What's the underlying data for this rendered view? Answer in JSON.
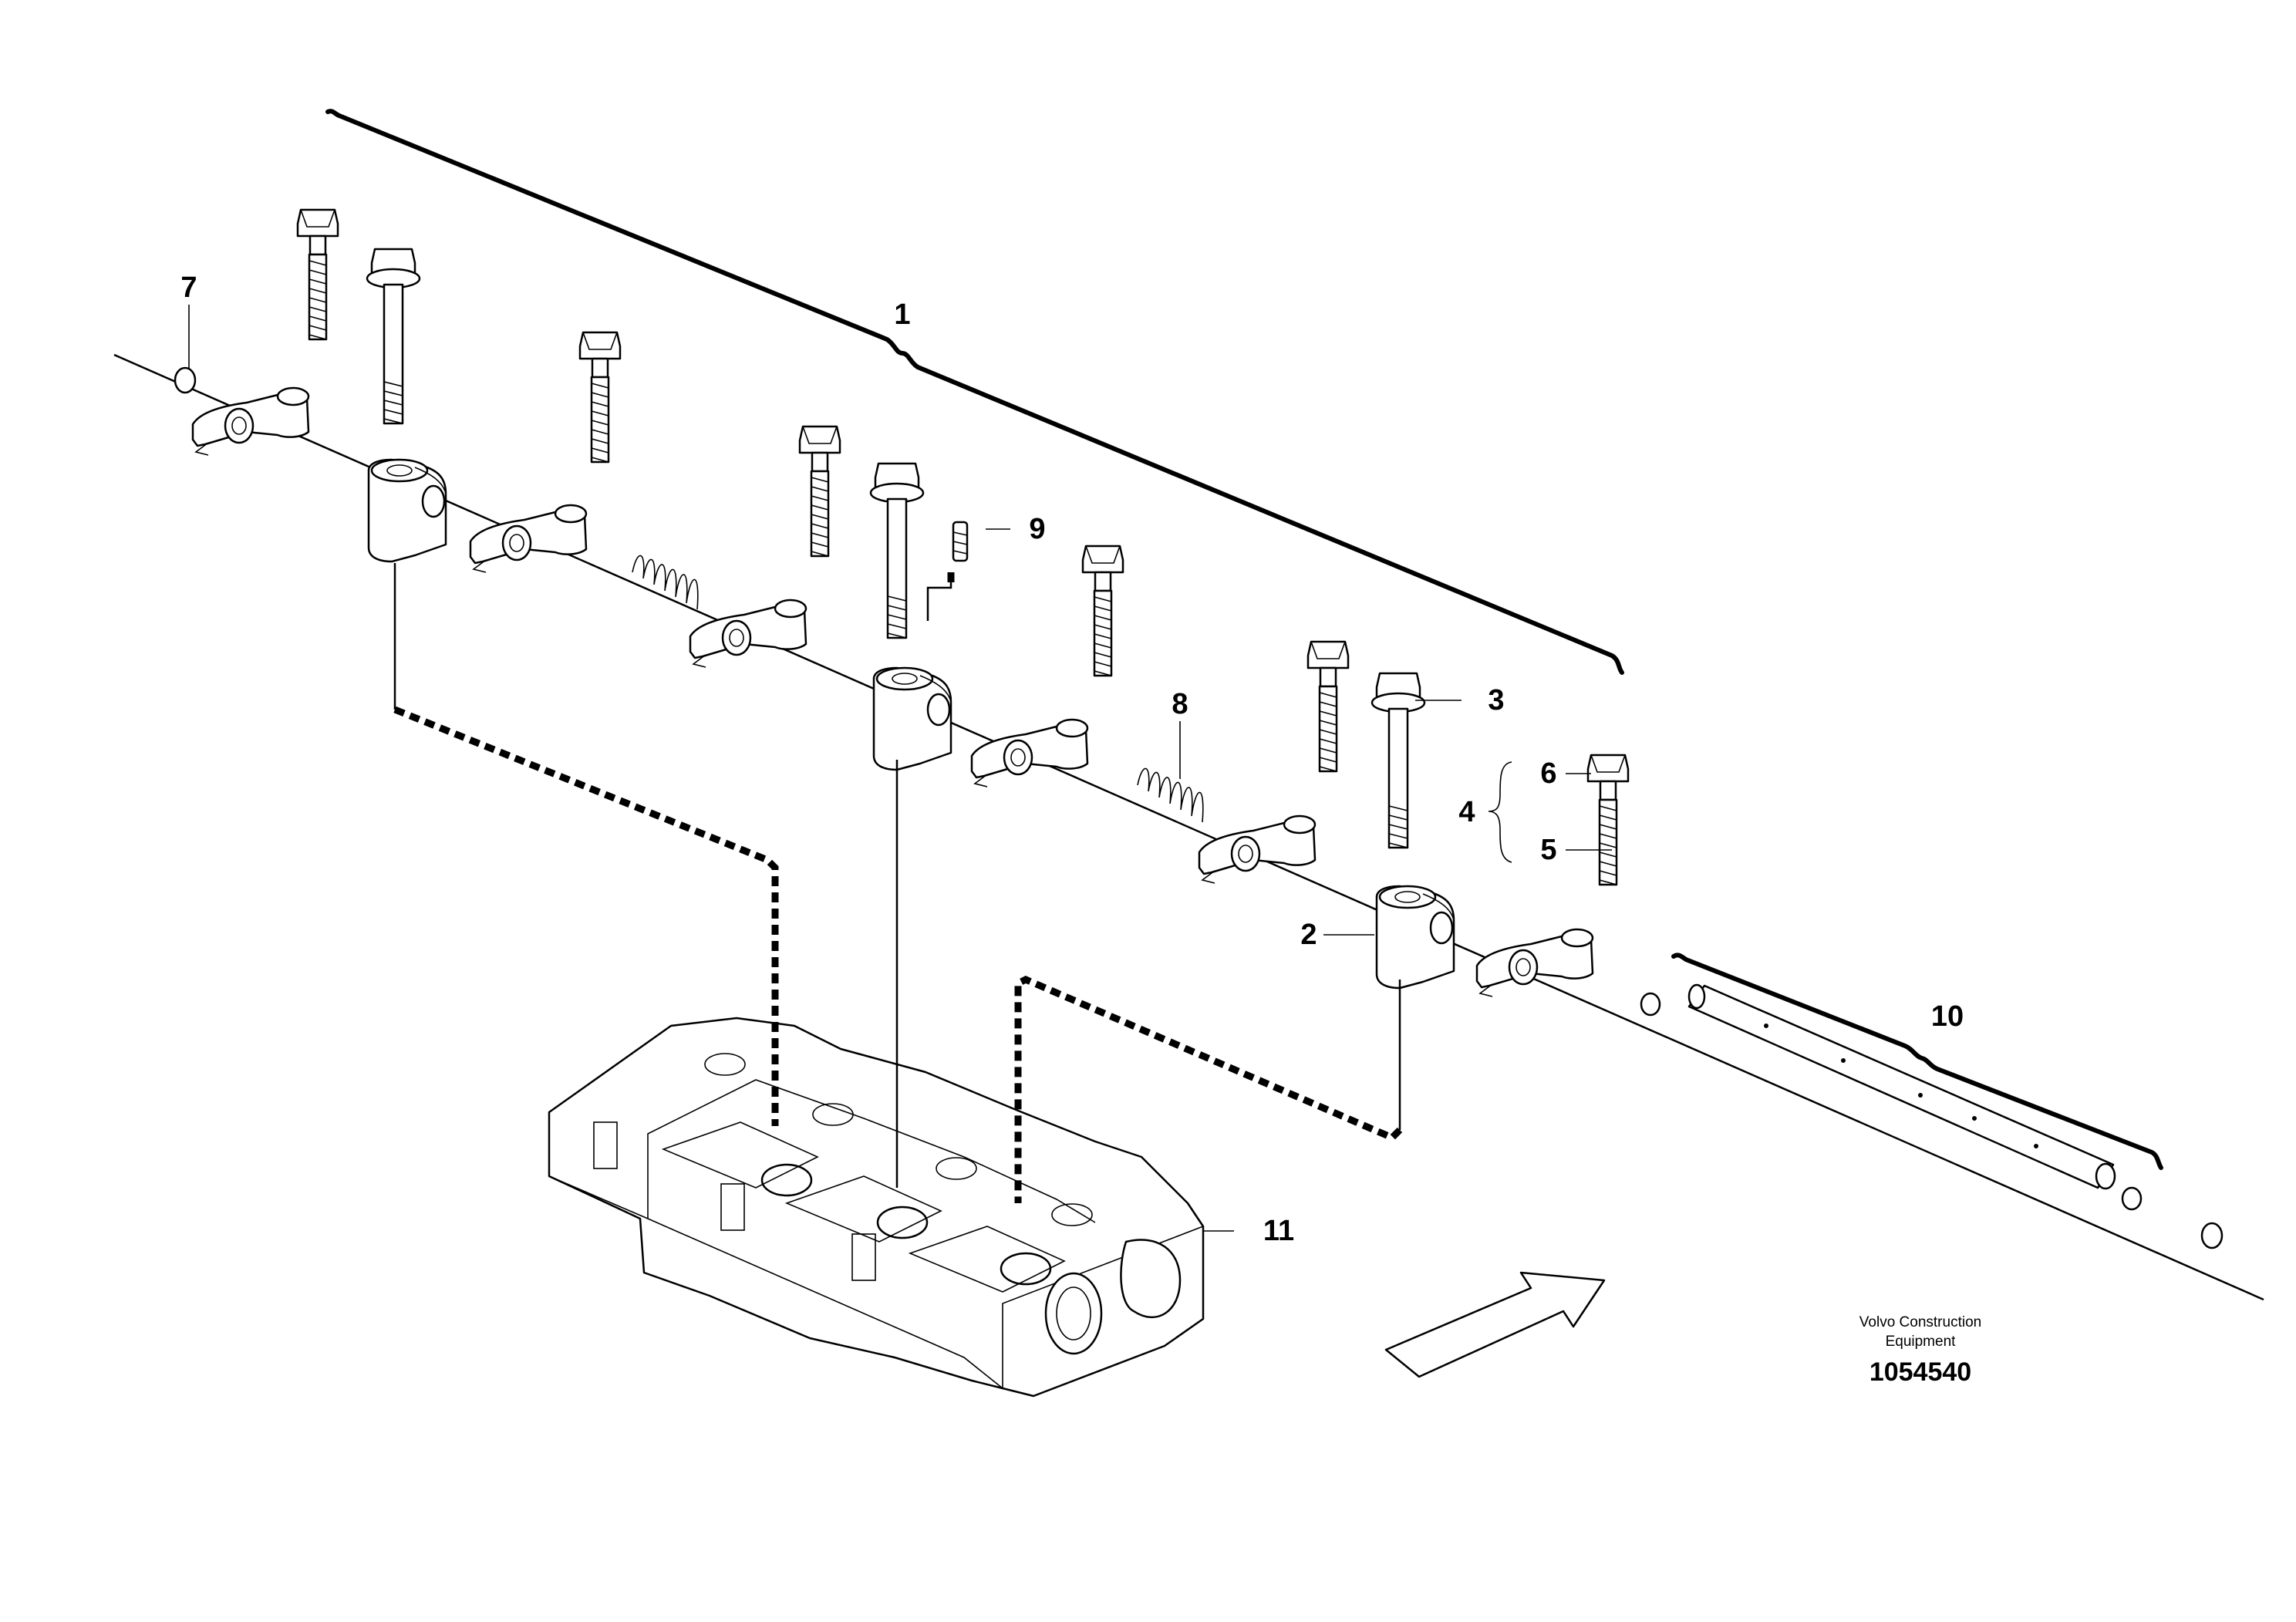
{
  "callouts": {
    "c1": "1",
    "c2": "2",
    "c3": "3",
    "c4": "4",
    "c5": "5",
    "c6": "6",
    "c7": "7",
    "c8": "8",
    "c9": "9",
    "c10": "10",
    "c11": "11"
  },
  "credit": {
    "line1": "Volvo Construction",
    "line2": "Equipment",
    "number": "1054540"
  }
}
